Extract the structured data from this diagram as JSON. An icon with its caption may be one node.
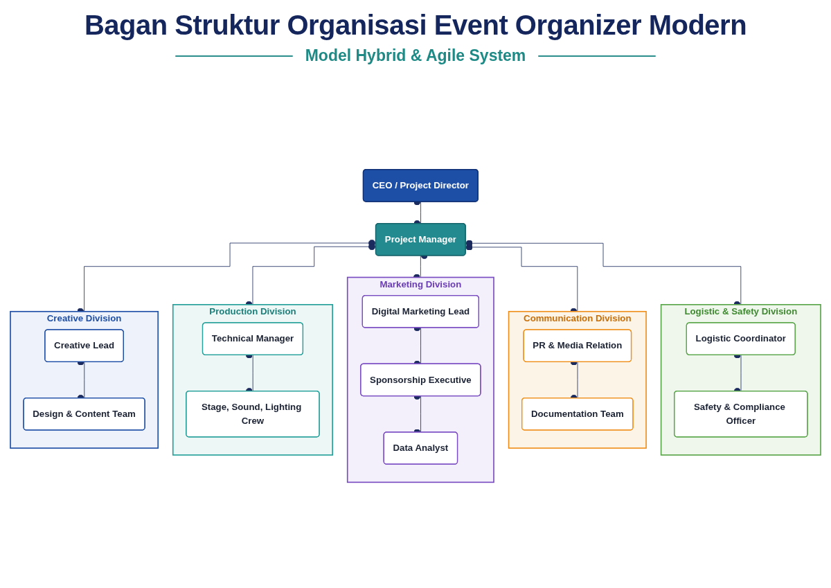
{
  "diagram": {
    "title": "Bagan Struktur Organisasi Event Organizer Modern",
    "nodes": [
      {
        "text": [
          "CEO / Project Director"
        ]
      },
      {
        "text": [
          "Project Manager"
        ]
      },
      {
        "text": [
          "Creative Division"
        ]
      },
      {
        "text": [
          "Creative Lead"
        ],
        "in": 2
      },
      {
        "text": [
          "Design & Content Team"
        ],
        "in": 2
      },
      {
        "text": [
          "Production Division"
        ]
      },
      {
        "text": [
          "Technical Manager"
        ],
        "in": 5
      },
      {
        "text": [
          "Stage, Sound, Lighting Crew"
        ],
        "in": 5
      },
      {
        "text": [
          "Marketing Division"
        ]
      },
      {
        "text": [
          "Digital Marketing Lead"
        ],
        "in": 8
      },
      {
        "text": [
          "Sponsorship Executive"
        ],
        "in": 8
      },
      {
        "text": [
          "Data Analyst"
        ],
        "in": 8
      },
      {
        "text": [
          "Communication Division"
        ]
      },
      {
        "text": [
          "PR & Media Relation"
        ],
        "in": 12
      },
      {
        "text": [
          "Documentation Team"
        ],
        "in": 12
      },
      {
        "text": [
          "Logistic & Safety Division"
        ]
      },
      {
        "text": [
          "Logistic Coordinator"
        ],
        "in": 15
      },
      {
        "text": [
          "Safety & Compliance Officer"
        ],
        "in": 15
      }
    ],
    "edges": [
      {
        "from": 0,
        "to": 1,
        "arrow": "other"
      },
      {
        "from": 1,
        "to": 2,
        "arrow": "other"
      },
      {
        "from": 1,
        "to": 5,
        "arrow": "other"
      },
      {
        "from": 1,
        "to": 8,
        "arrow": "other"
      },
      {
        "from": 1,
        "to": 12,
        "arrow": "other"
      },
      {
        "from": 1,
        "to": 15,
        "arrow": "other"
      },
      {
        "from": 3,
        "to": 4,
        "arrow": "other"
      },
      {
        "from": 6,
        "to": 7,
        "arrow": "other"
      },
      {
        "from": 9,
        "to": 10,
        "arrow": "other"
      },
      {
        "from": 10,
        "to": 11,
        "arrow": "other"
      },
      {
        "from": 13,
        "to": 14,
        "arrow": "other"
      },
      {
        "from": 16,
        "to": 17,
        "arrow": "other"
      }
    ],
    "labels": [
      "Model Hybrid & Agile System"
    ]
  }
}
